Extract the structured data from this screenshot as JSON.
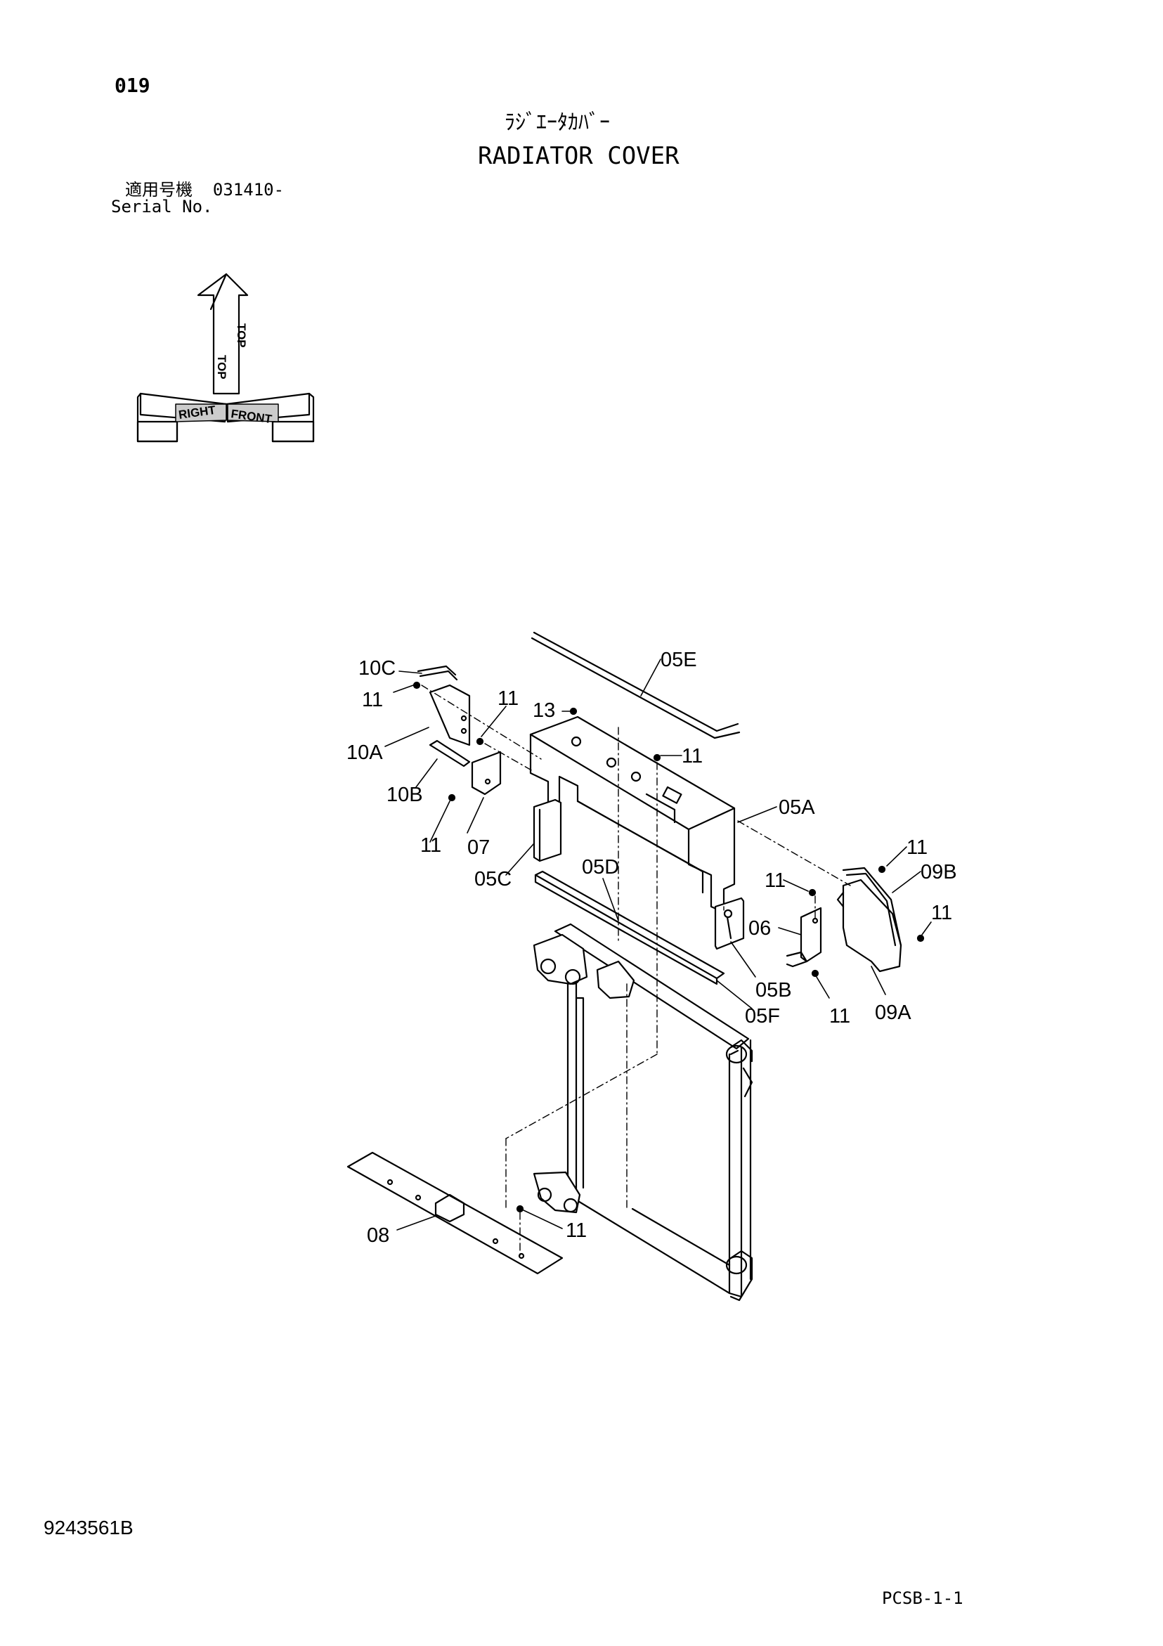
{
  "header": {
    "page_number": "019",
    "title_jp": "ﾗｼﾞｴｰﾀｶﾊﾞｰ",
    "title_en": "RADIATOR COVER",
    "serial_label_jp": "適用号機  031410-",
    "serial_label_en": "Serial No."
  },
  "orientation": {
    "top": "TOP",
    "right": "RIGHT",
    "front": "FRONT"
  },
  "callouts": {
    "c_10C": "10C",
    "c_11_a": "11",
    "c_11_b": "11",
    "c_13": "13",
    "c_05E": "05E",
    "c_10A": "10A",
    "c_11_c": "11",
    "c_10B": "10B",
    "c_11_d": "11",
    "c_07": "07",
    "c_05A": "05A",
    "c_05C": "05C",
    "c_05D": "05D",
    "c_11_e": "11",
    "c_09B": "09B",
    "c_11_f": "11",
    "c_11_g": "11",
    "c_06": "06",
    "c_05B": "05B",
    "c_05F": "05F",
    "c_11_h": "11",
    "c_09A": "09A",
    "c_08": "08",
    "c_11_i": "11"
  },
  "footer": {
    "drawing_number": "9243561B",
    "sheet_code": "PCSB-1-1"
  }
}
